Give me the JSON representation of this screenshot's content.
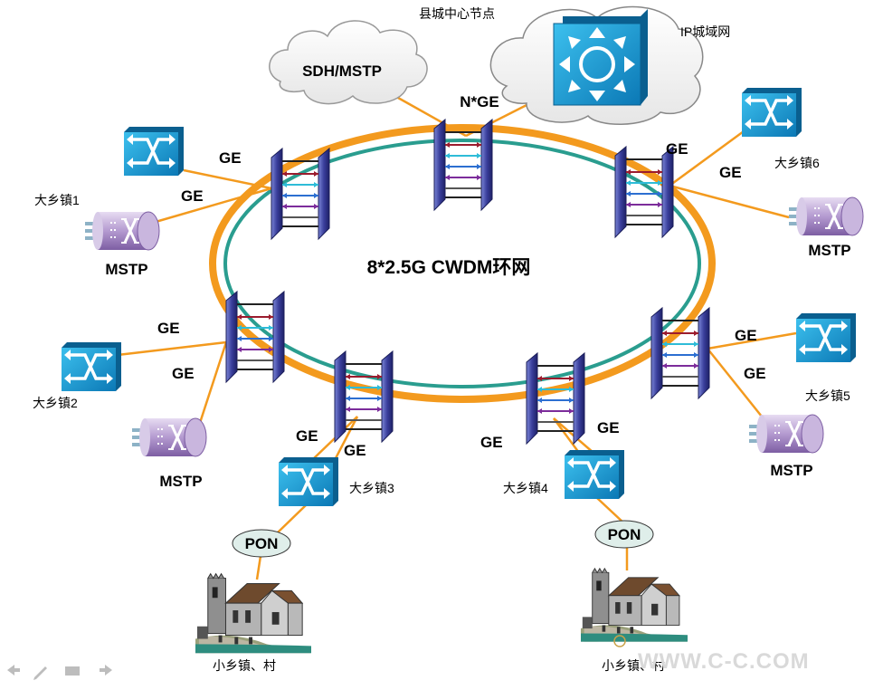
{
  "diagram": {
    "core_node_title": "县城中心节点",
    "ip_cloud_label": "IP城域网",
    "sdh_cloud_label": "SDH/MSTP",
    "ring_label": "8*2.5G  CWDM环网",
    "uplink_label": "N*GE",
    "link_label": "GE",
    "mstp_label": "MSTP",
    "pon_label": "PON",
    "towns": {
      "t1": "大乡镇1",
      "t2": "大乡镇2",
      "t3": "大乡镇3",
      "t4": "大乡镇4",
      "t5": "大乡镇5",
      "t6": "大乡镇6"
    },
    "village_label": "小乡镇、村",
    "watermark": "WWW.C-C.COM"
  },
  "colors": {
    "ring_orange": "#f39a1e",
    "ring_teal": "#2a9d8f",
    "switch_blue": "#1a9fd6",
    "mstp_purple": "#a98bc6",
    "pon_fill": "#dfeeea"
  },
  "icons": [
    "layer3-switch-icon",
    "switch-icon",
    "mstp-icon",
    "cwdm-node-icon",
    "cloud-icon",
    "church-icon",
    "slideshow-nav-icons"
  ]
}
